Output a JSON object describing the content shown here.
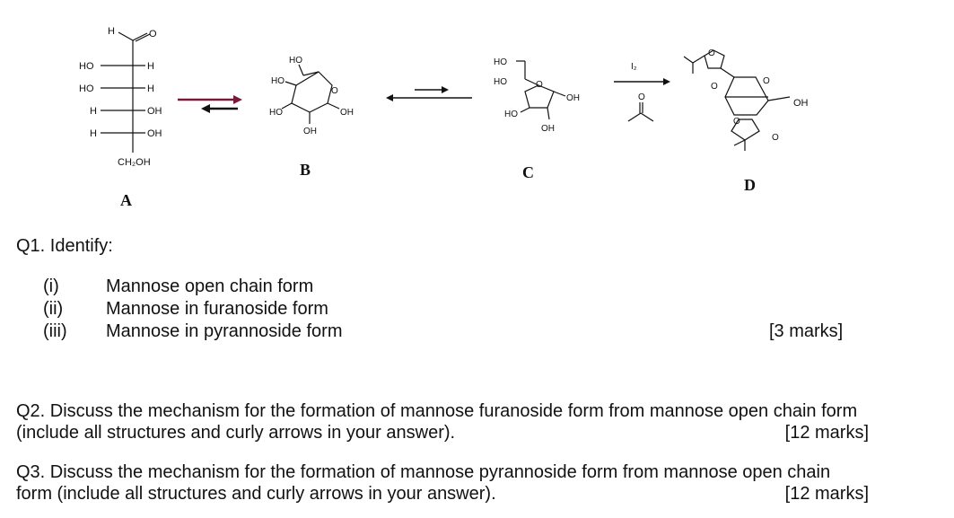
{
  "scheme": {
    "compound_labels": [
      "A",
      "B",
      "C",
      "D"
    ],
    "fischer": {
      "top_atoms": [
        "H",
        "O"
      ],
      "left_groups": [
        "HO",
        "HO",
        "H",
        "H"
      ],
      "right_groups": [
        "H",
        "H",
        "OH",
        "OH"
      ],
      "bottom_group": "CH₂OH"
    },
    "pyranose": {
      "labels": [
        "HO",
        "HO",
        "HO",
        "OH",
        "OH"
      ]
    },
    "furanose": {
      "labels": [
        "HO",
        "HO",
        "OH",
        "HO",
        "OH"
      ]
    },
    "reagent": "I₂",
    "product": {
      "labels": [
        "OH"
      ]
    },
    "arrow_color": "#7a1a3a"
  },
  "q1": {
    "heading": "Q1. Identify:",
    "items": [
      {
        "num": "(i)",
        "text": "Mannose open chain form"
      },
      {
        "num": "(ii)",
        "text": "Mannose in furanoside form"
      },
      {
        "num": "(iii)",
        "text": "Mannose in pyrannoside form"
      }
    ],
    "marks": "[3 marks]"
  },
  "q2": {
    "text": "Q2. Discuss the mechanism for the formation of mannose furanoside form from mannose open chain form (include all structures and curly arrows in your answer).",
    "marks": "[12 marks]"
  },
  "q3": {
    "text": "Q3. Discuss the mechanism for the formation of mannose pyrannoside form from mannose open chain form (include all structures and curly arrows in your answer).",
    "marks": "[12 marks]"
  }
}
